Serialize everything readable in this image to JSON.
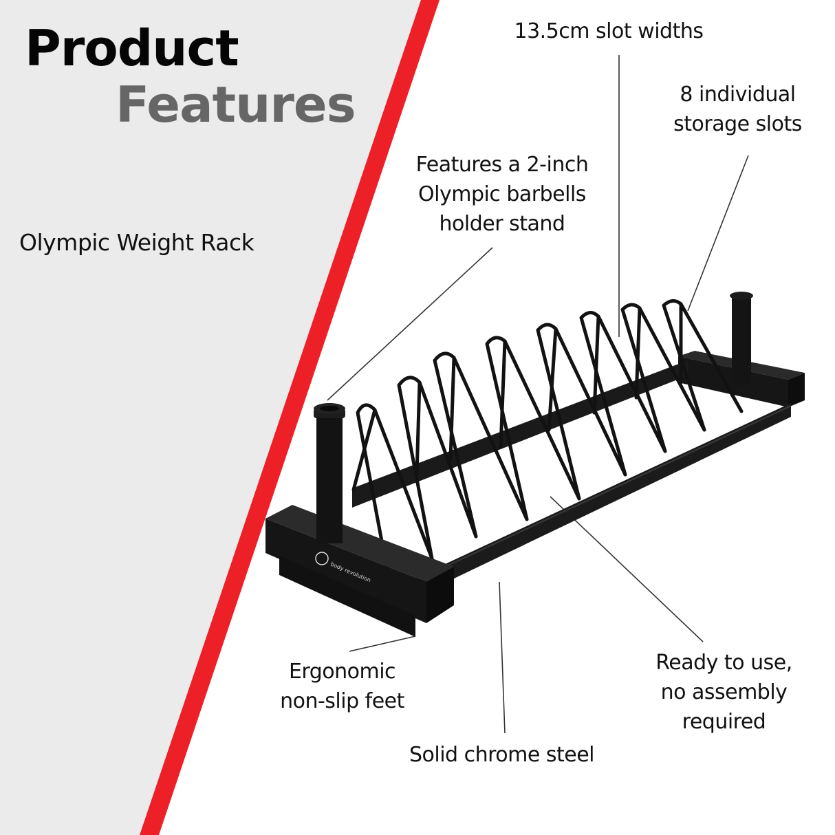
{
  "header": {
    "title_line1": "Product",
    "title_line2": "Features",
    "product_name": "Olympic Weight Rack"
  },
  "callouts": {
    "slot_widths": [
      "13.5cm slot widths"
    ],
    "storage_slots": [
      "8 individual",
      "storage slots"
    ],
    "barbell_holder": [
      "Features a 2-inch",
      "Olympic barbells",
      "holder stand"
    ],
    "non_slip_feet": [
      "Ergonomic",
      "non-slip feet"
    ],
    "material": [
      "Solid chrome steel"
    ],
    "assembly": [
      "Ready to use,",
      "no assembly",
      "required"
    ]
  },
  "product": {
    "brand_logo_text": "body revolution",
    "slot_count": 8
  },
  "colors": {
    "left_panel_bg": "#ebebeb",
    "accent_stripe": "#ed1f27",
    "title_primary": "#050505",
    "title_secondary": "#666666",
    "product_black": "#121212",
    "leader_line": "#333333"
  }
}
